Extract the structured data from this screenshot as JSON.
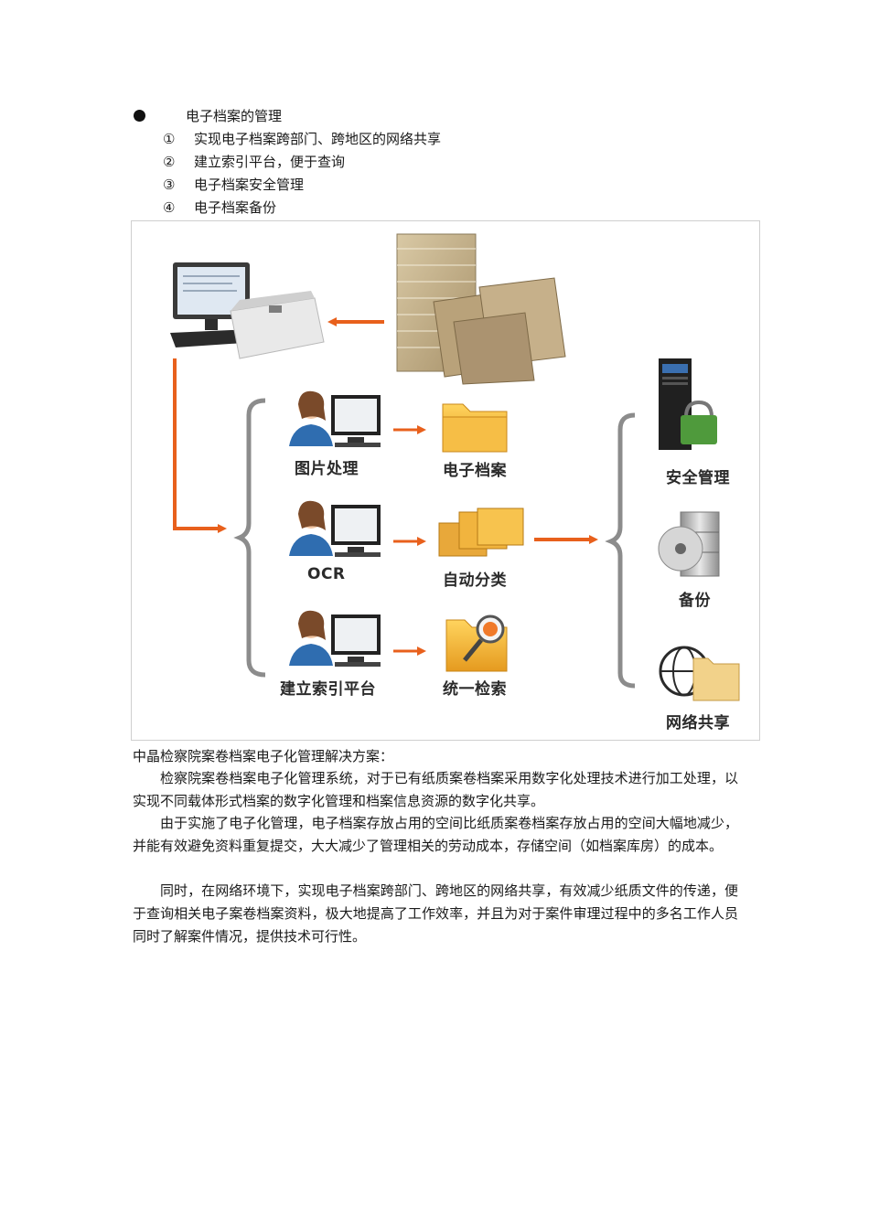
{
  "section": {
    "heading": "电子档案的管理",
    "items": [
      {
        "num": "①",
        "text": "实现电子档案跨部门、跨地区的网络共享"
      },
      {
        "num": "②",
        "text": "建立索引平台，便于查询"
      },
      {
        "num": "③",
        "text": "电子档案安全管理"
      },
      {
        "num": "④",
        "text": "电子档案备份"
      }
    ]
  },
  "diagram": {
    "labels": {
      "image_processing": "图片处理",
      "ocr": "OCR",
      "index_platform": "建立索引平台",
      "electronic_archive": "电子档案",
      "auto_classify": "自动分类",
      "unified_search": "统一检索",
      "security": "安全管理",
      "backup": "备份",
      "network_share": "网络共享"
    },
    "colors": {
      "arrow": "#e8601c",
      "bracket": "#8c8c8c",
      "folder": "#f3b53a"
    }
  },
  "caption": "中晶检察院案卷档案电子化管理解决方案：",
  "paragraphs": [
    "检察院案卷档案电子化管理系统，对于已有纸质案卷档案采用数字化处理技术进行加工处理，以实现不同载体形式档案的数字化管理和档案信息资源的数字化共享。",
    "由于实施了电子化管理，电子档案存放占用的空间比纸质案卷档案存放占用的空间大幅地减少，并能有效避免资料重复提交，大大减少了管理相关的劳动成本，存储空间（如档案库房）的成本。",
    "同时，在网络环境下，实现电子档案跨部门、跨地区的网络共享，有效减少纸质文件的传递，便于查询相关电子案卷档案资料，极大地提高了工作效率，并且为对于案件审理过程中的多名工作人员同时了解案件情况，提供技术可行性。"
  ]
}
